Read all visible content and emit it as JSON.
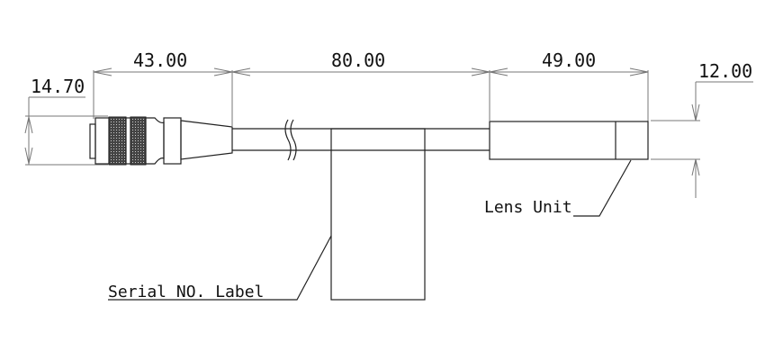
{
  "dimensions": {
    "connector_length": "43.00",
    "cable_length": "80.00",
    "lens_length": "49.00",
    "connector_diameter": "14.70",
    "lens_diameter": "12.00"
  },
  "labels": {
    "serial": "Serial NO. Label",
    "lens": "Lens Unit"
  }
}
